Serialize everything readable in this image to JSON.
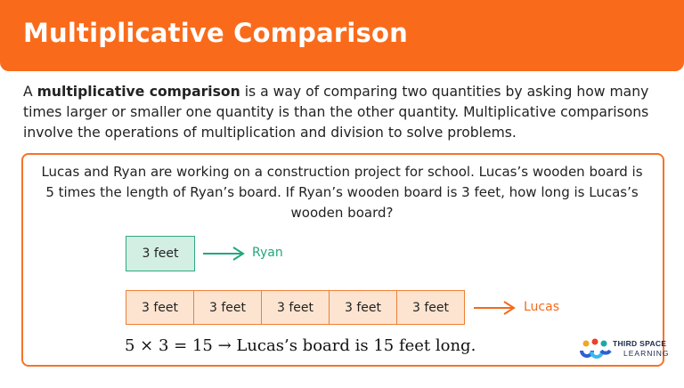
{
  "header": {
    "title": "Multiplicative Comparison",
    "color": "#f96b1b"
  },
  "intro": {
    "prefix": "A ",
    "term": "multiplicative comparison",
    "rest": " is a way of comparing two quantities by asking how many times larger or smaller one quantity is than the other quantity. Multiplicative comparisons involve the operations of multiplication and division to solve problems."
  },
  "example": {
    "question": "Lucas and Ryan are working on a construction project for school. Lucas’s wooden board is 5 times the length of Ryan’s board. If Ryan’s wooden board is 3 feet, how long is Lucas’s wooden board?",
    "ryan": {
      "box_label": "3 feet",
      "name": "Ryan",
      "color": "#22a77e"
    },
    "lucas": {
      "boxes": [
        "3 feet",
        "3 feet",
        "3 feet",
        "3 feet",
        "3 feet"
      ],
      "name": "Lucas",
      "color": "#f26a1b"
    },
    "equation": {
      "math": "5 × 3 = 15 → ",
      "text": "Lucas’s board is 15 feet long."
    }
  },
  "logo": {
    "line1": "THIRD SPACE",
    "line2": "LEARNING",
    "icon": "third-space-learning-logo-icon"
  }
}
